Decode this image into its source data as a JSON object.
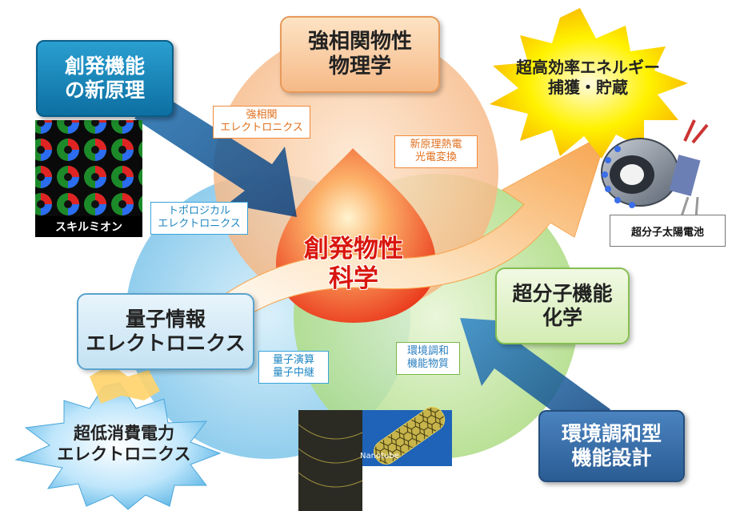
{
  "center": {
    "line1": "創発物性",
    "line2": "科学"
  },
  "boxes": {
    "top_left": {
      "line1": "創発機能",
      "line2": "の新原理"
    },
    "top": {
      "line1": "強相関物性",
      "line2": "物理学"
    },
    "left": {
      "line1": "量子情報",
      "line2": "エレクトロニクス"
    },
    "right": {
      "line1": "超分子機能",
      "line2": "化学"
    },
    "bottom_right": {
      "line1": "環境調和型",
      "line2": "機能設計"
    }
  },
  "tags": {
    "strong_corr": {
      "line1": "強相関",
      "line2": "エレクトロニクス"
    },
    "thermo": {
      "line1": "新原理熱電",
      "line2": "光電変換"
    },
    "topological": {
      "line1": "トポロジカル",
      "line2": "エレクトロニクス"
    },
    "quantum": {
      "line1": "量子演算",
      "line2": "量子中継"
    },
    "eco": {
      "line1": "環境調和",
      "line2": "機能物質"
    }
  },
  "bursts": {
    "energy": {
      "line1": "超高効率エネルギー",
      "line2": "捕獲・貯蔵"
    },
    "low_power": {
      "line1": "超低消費電力",
      "line2": "エレクトロニクス"
    }
  },
  "captions": {
    "skyrmion": "スキルミオン",
    "solar": "超分子太陽電池",
    "nanotube": "Nanotube"
  },
  "colors": {
    "circle_orange": "#f9c79c",
    "circle_blue": "#9fd3ee",
    "circle_green": "#bfe3a0",
    "center_red": "#f04a28",
    "center_text": "#d9160d",
    "dark_blue_box": "#0d6fa2",
    "burst_yellow": "#fff200"
  }
}
